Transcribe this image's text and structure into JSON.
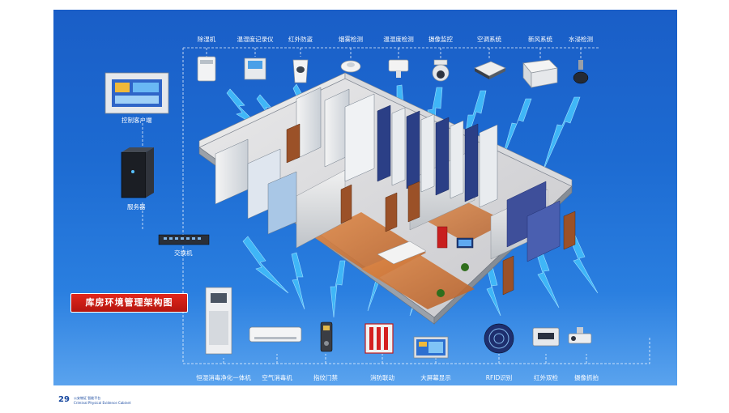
{
  "diagram": {
    "title": "库房环境管理架构图",
    "top_devices": [
      {
        "id": "dehumidifier",
        "label": "除湿机"
      },
      {
        "id": "th-recorder",
        "label": "温湿度记录仪"
      },
      {
        "id": "ir-sensor",
        "label": "红外防盗"
      },
      {
        "id": "smoke",
        "label": "烟雾检测"
      },
      {
        "id": "th-sensor",
        "label": "温湿度检测"
      },
      {
        "id": "camera",
        "label": "摄像监控"
      },
      {
        "id": "ac",
        "label": "空调系统"
      },
      {
        "id": "fresh-air",
        "label": "新风系统"
      },
      {
        "id": "water",
        "label": "水浸检测"
      }
    ],
    "left_devices": [
      {
        "id": "client",
        "label": "控制客户端"
      },
      {
        "id": "server",
        "label": "服务器"
      },
      {
        "id": "switch",
        "label": "交换机"
      }
    ],
    "bottom_devices": [
      {
        "id": "purifier",
        "label": "恒湿消毒净化一体机"
      },
      {
        "id": "air-sterilizer",
        "label": "空气消毒机"
      },
      {
        "id": "fingerprint",
        "label": "指纹门禁"
      },
      {
        "id": "fire",
        "label": "消防联动"
      },
      {
        "id": "big-screen",
        "label": "大屏幕显示"
      },
      {
        "id": "rfid",
        "label": "RFID识别"
      },
      {
        "id": "ir-dual",
        "label": "红外双检"
      },
      {
        "id": "snapshot",
        "label": "摄像抓拍"
      }
    ]
  },
  "footer": {
    "page_number": "29",
    "line1": "公安物证 智能平台",
    "line2": "Criminal Physical Evidence Cabinet"
  },
  "colors": {
    "background": "#1d6bd2",
    "banner": "#d11f15",
    "lightning": "#35aef5",
    "dashed_line": "#ffffff"
  }
}
